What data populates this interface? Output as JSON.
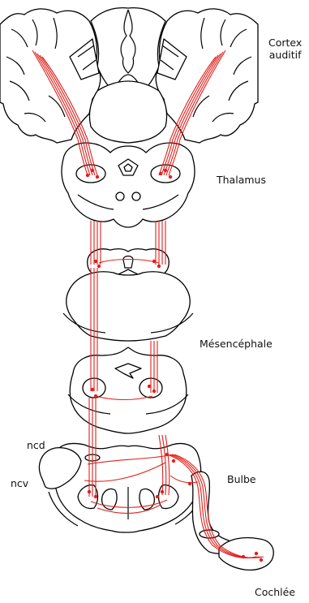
{
  "labels": {
    "cortex": "Cortex",
    "cortex_line2": "auditif",
    "thalamus": "Thalamus",
    "mesencephale": "Mésencéphale",
    "ncd": "ncd",
    "ncv": "ncv",
    "bulbe": "Bulbe",
    "cochlee": "Cochlée"
  },
  "colors": {
    "pathway": "#e0201c",
    "outline": "#000000",
    "background": "#ffffff"
  }
}
